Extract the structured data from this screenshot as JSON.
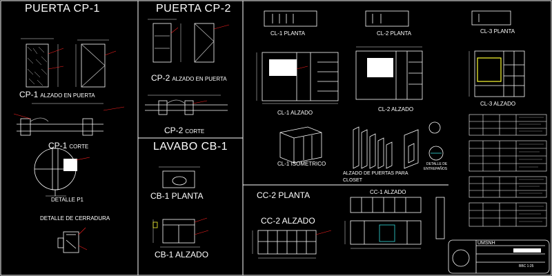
{
  "colors": {
    "background": "#000000",
    "linework": "#ffffff",
    "dimension": "#e8e8e8",
    "annotation": "#ff2020",
    "accent": "#ffff33",
    "cyan": "#33dddd"
  },
  "sections": {
    "cp1": {
      "title": "PUERTA CP-1",
      "alzado_code": "CP-1",
      "alzado_text": "ALZADO EN PUERTA",
      "corte_code": "CP-1",
      "corte_text": "CORTE",
      "detalle_p1": "DETALLE P1",
      "detalle_cerradura": "DETALLE DE CERRADURA"
    },
    "cp2": {
      "title": "PUERTA CP-2",
      "alzado_code": "CP-2",
      "alzado_text": "ALZADO EN PUERTA",
      "corte_code": "CP-2",
      "corte_text": "CORTE"
    },
    "cb1": {
      "title": "LAVABO CB-1",
      "planta": "CB-1 PLANTA",
      "alzado": "CB-1 ALZADO"
    },
    "cl": {
      "cl1_planta": "CL-1 PLANTA",
      "cl2_planta": "CL-2 PLANTA",
      "cl3_planta": "CL-3 PLANTA",
      "cl1_alzado": "CL-1 ALZADO",
      "cl2_alzado": "CL-2 ALZADO",
      "cl3_alzado": "CL-3 ALZADO",
      "cl1_isometrico": "CL-1 ISOMETRICO",
      "alzado_puertas_l1": "ALZADO DE PUERTAS PARA",
      "alzado_puertas_l2": "CLOSET",
      "detalle_entrepanos_l1": "DETALLE DE",
      "detalle_entrepanos_l2": "ENTREPAÑOS"
    },
    "cc": {
      "cc2_planta": "CC-2 PLANTA",
      "cc2_alzado": "CC-2 ALZADO",
      "cc1_alzado": "CC-1 ALZADO"
    },
    "titleblock": {
      "institution": "UMSNH",
      "sheet_code": "BBC 1:25"
    }
  }
}
